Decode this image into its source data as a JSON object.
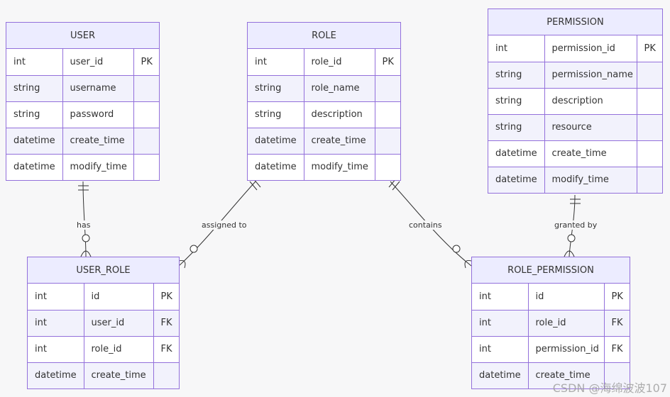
{
  "entities": {
    "user": {
      "name": "USER",
      "rows": [
        [
          "int",
          "user_id",
          "PK"
        ],
        [
          "string",
          "username",
          ""
        ],
        [
          "string",
          "password",
          ""
        ],
        [
          "datetime",
          "create_time",
          ""
        ],
        [
          "datetime",
          "modify_time",
          ""
        ]
      ]
    },
    "role": {
      "name": "ROLE",
      "rows": [
        [
          "int",
          "role_id",
          "PK"
        ],
        [
          "string",
          "role_name",
          ""
        ],
        [
          "string",
          "description",
          ""
        ],
        [
          "datetime",
          "create_time",
          ""
        ],
        [
          "datetime",
          "modify_time",
          ""
        ]
      ]
    },
    "permission": {
      "name": "PERMISSION",
      "rows": [
        [
          "int",
          "permission_id",
          "PK"
        ],
        [
          "string",
          "permission_name",
          ""
        ],
        [
          "string",
          "description",
          ""
        ],
        [
          "string",
          "resource",
          ""
        ],
        [
          "datetime",
          "create_time",
          ""
        ],
        [
          "datetime",
          "modify_time",
          ""
        ]
      ]
    },
    "user_role": {
      "name": "USER_ROLE",
      "rows": [
        [
          "int",
          "id",
          "PK"
        ],
        [
          "int",
          "user_id",
          "FK"
        ],
        [
          "int",
          "role_id",
          "FK"
        ],
        [
          "datetime",
          "create_time",
          ""
        ]
      ]
    },
    "role_permission": {
      "name": "ROLE_PERMISSION",
      "rows": [
        [
          "int",
          "id",
          "PK"
        ],
        [
          "int",
          "role_id",
          "FK"
        ],
        [
          "int",
          "permission_id",
          "FK"
        ],
        [
          "datetime",
          "create_time",
          ""
        ]
      ]
    }
  },
  "relationships": {
    "has": "has",
    "assigned_to": "assigned to",
    "contains": "contains",
    "granted_by": "granted by"
  },
  "colors": {
    "border": "#9370db",
    "header_bg": "#ececff",
    "row_alt_bg": "#f2f2fc",
    "line": "#333333"
  },
  "watermark": "CSDN @海绵波波107"
}
